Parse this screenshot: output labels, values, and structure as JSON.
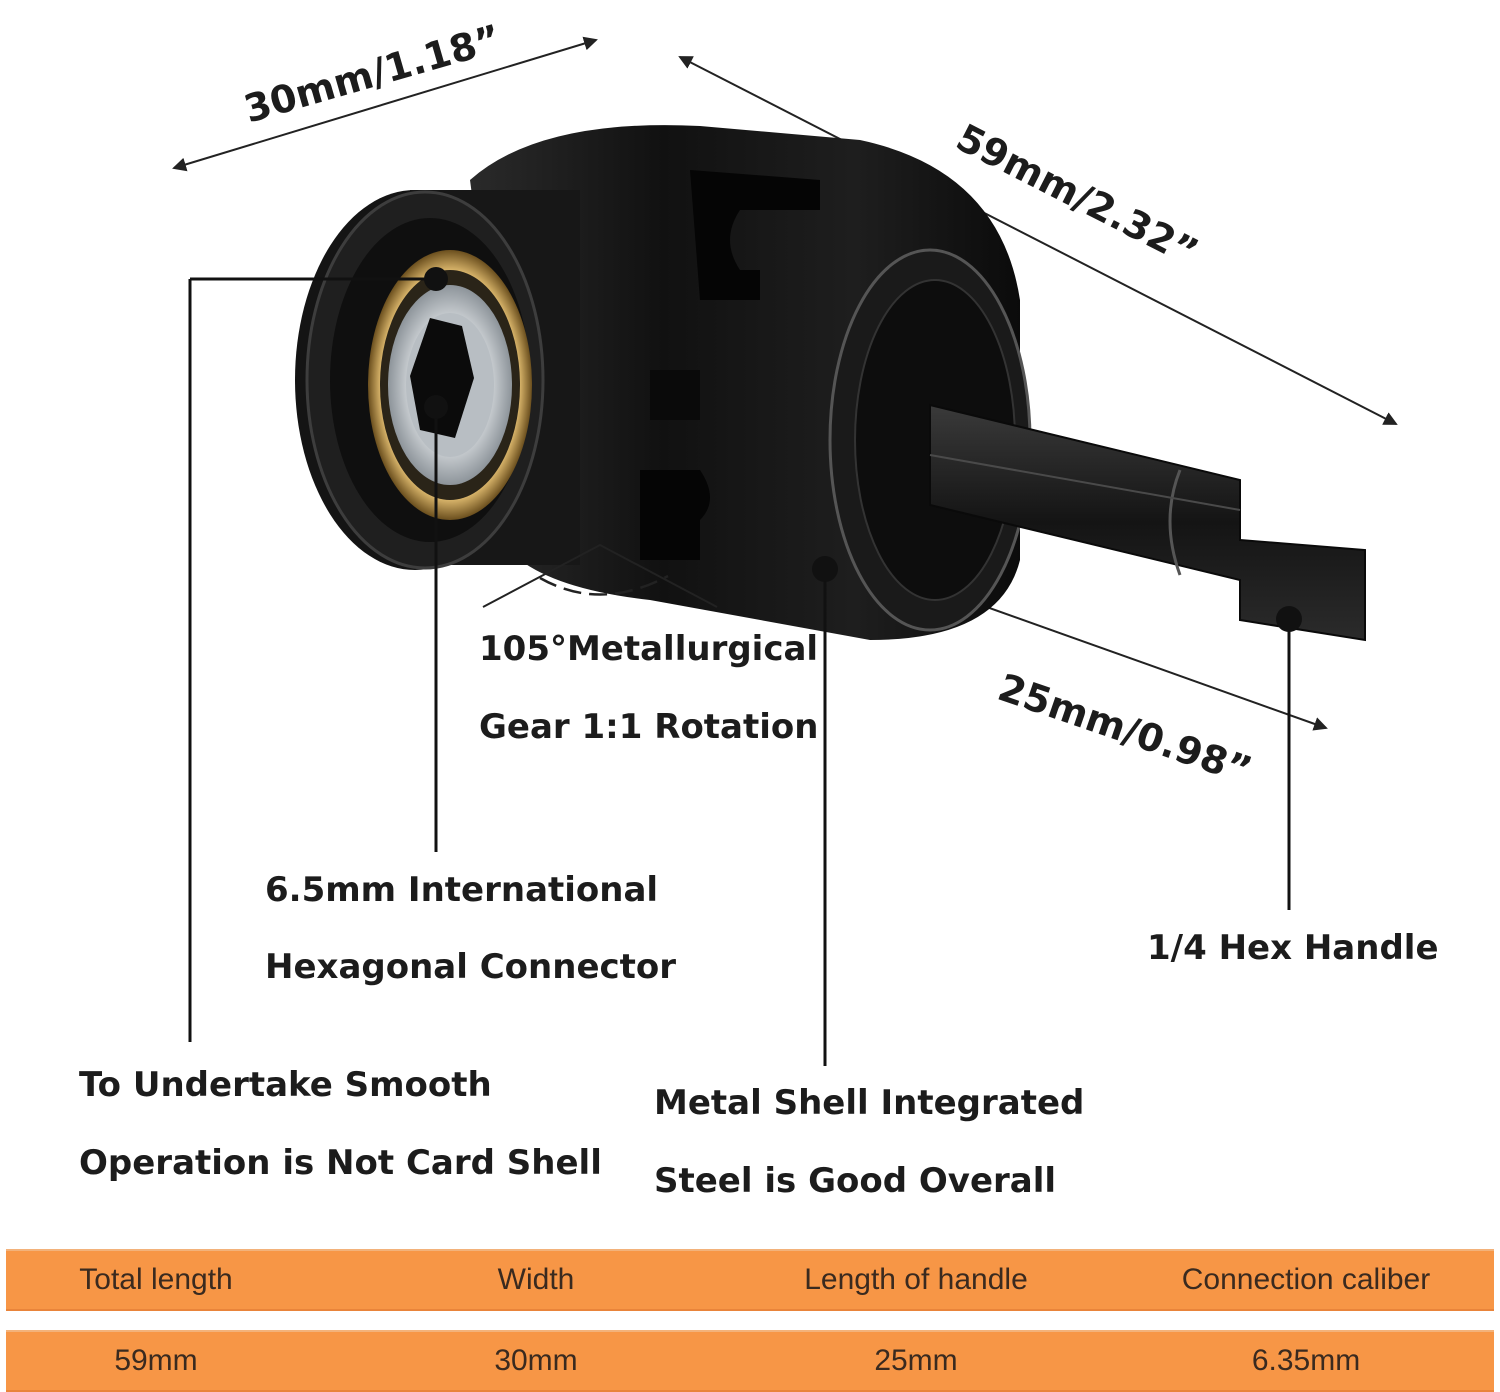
{
  "dimensions": {
    "width_label": "30mm/1.18”",
    "length_label": "59mm/2.32”",
    "handle_label": "25mm/0.98”"
  },
  "callouts": {
    "gear_line1": "105°Metallurgical",
    "gear_line2": "Gear 1:1 Rotation",
    "hex_connector_line1": "6.5mm International",
    "hex_connector_line2": "Hexagonal Connector",
    "hex_handle": "1/4 Hex Handle",
    "smooth_line1": "To Undertake Smooth",
    "smooth_line2": "Operation is Not Card Shell",
    "shell_line1": "Metal Shell Integrated",
    "shell_line2": "Steel is Good Overall"
  },
  "spec_table": {
    "headers": [
      "Total length",
      "Width",
      "Length of handle",
      "Connection caliber"
    ],
    "values": [
      "59mm",
      "30mm",
      "25mm",
      "6.35mm"
    ]
  },
  "colors": {
    "table_bar": "#f79646",
    "body_black": "#141414",
    "ring_gold": "#b08a3e"
  }
}
